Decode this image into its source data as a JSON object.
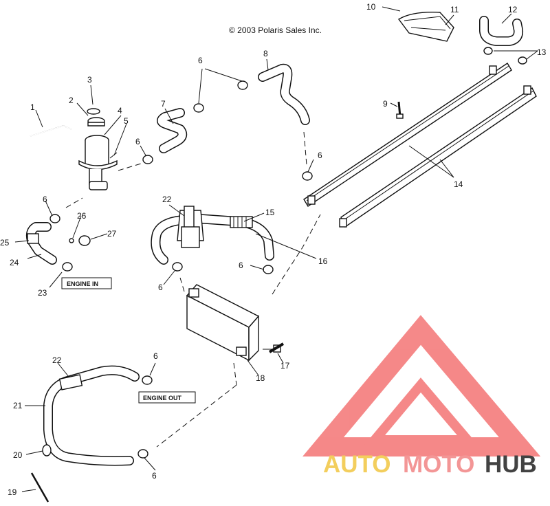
{
  "copyright": "© 2003 Polaris Sales Inc.",
  "labels": {
    "engine_in": "ENGINE IN",
    "engine_out": "ENGINE OUT"
  },
  "callouts": [
    "1",
    "2",
    "3",
    "4",
    "5",
    "6",
    "7",
    "8",
    "9",
    "10",
    "11",
    "12",
    "13",
    "14",
    "15",
    "16",
    "17",
    "18",
    "19",
    "20",
    "21",
    "22",
    "23",
    "24",
    "25",
    "26",
    "27"
  ],
  "watermark": {
    "brand_part1": "AUTO",
    "brand_part2": "MOTO",
    "brand_part3": "HUB",
    "colors": {
      "auto": "#f2c94c",
      "moto": "#f28b8b",
      "hub": "#2e2e2e",
      "triangle": "#f47c7c"
    }
  }
}
